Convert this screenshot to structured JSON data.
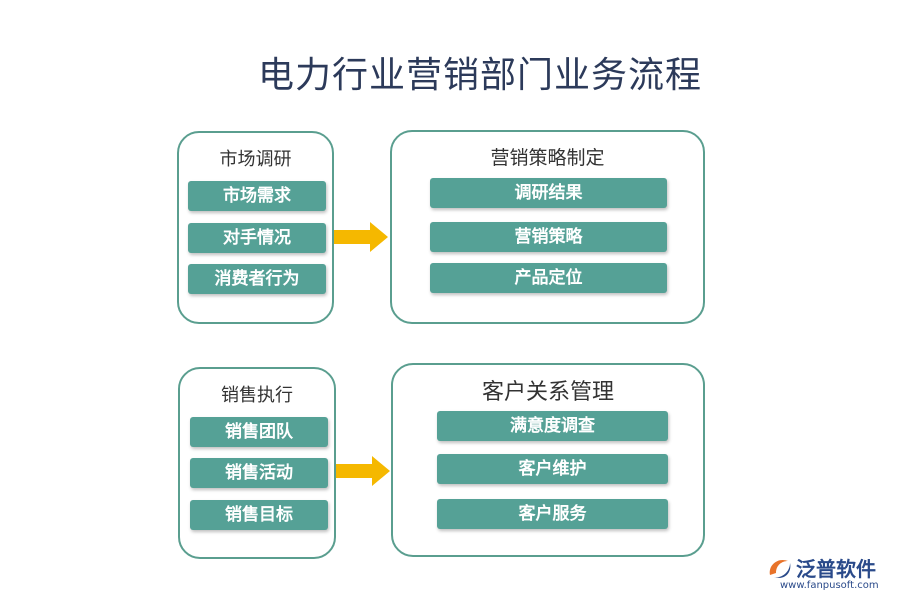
{
  "title": "电力行业营销部门业务流程",
  "colors": {
    "accent": "#55a196",
    "border": "#5a9e8f",
    "arrow": "#f5b800",
    "title": "#2c3a5a"
  },
  "boxes": [
    {
      "title": "市场调研",
      "items": [
        "市场需求",
        "对手情况",
        "消费者行为"
      ]
    },
    {
      "title": "营销策略制定",
      "items": [
        "调研结果",
        "营销策略",
        "产品定位"
      ]
    },
    {
      "title": "销售执行",
      "items": [
        "销售团队",
        "销售活动",
        "销售目标"
      ]
    },
    {
      "title": "客户关系管理",
      "items": [
        "满意度调查",
        "客户维护",
        "客户服务"
      ]
    }
  ],
  "logo": {
    "name": "泛普软件",
    "url": "www.fanpusoft.com",
    "icon": "fanpu-logo-icon"
  }
}
